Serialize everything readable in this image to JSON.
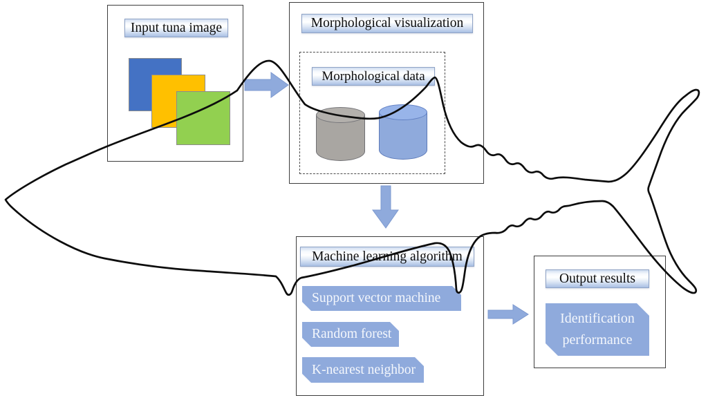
{
  "figure": {
    "description_label": "tuna-identification-pipeline-diagram",
    "input_box": {
      "title": "Input tuna image",
      "image_layers": [
        {
          "name": "blue-image-swatch",
          "color": "#4472C4"
        },
        {
          "name": "yellow-image-swatch",
          "color": "#FFC000"
        },
        {
          "name": "green-image-swatch",
          "color": "#92D050"
        }
      ]
    },
    "morphology_box": {
      "title": "Morphological visualization",
      "inner_label": "Morphological data",
      "databases": [
        {
          "name": "gray-database-cylinder",
          "color": "#A9A6A2"
        },
        {
          "name": "blue-database-cylinder",
          "color": "#8FAADC"
        }
      ]
    },
    "ml_box": {
      "title": "Machine learning algorithm",
      "algorithms": [
        "Support vector machine",
        "Random forest",
        "K-nearest neighbor"
      ]
    },
    "output_box": {
      "title": "Output results",
      "result": "Identification performance"
    },
    "colors": {
      "accent_blue": "#8FAADC",
      "tuna_outline": "#0d0d0d",
      "box_border": "#3c3c3c"
    }
  }
}
